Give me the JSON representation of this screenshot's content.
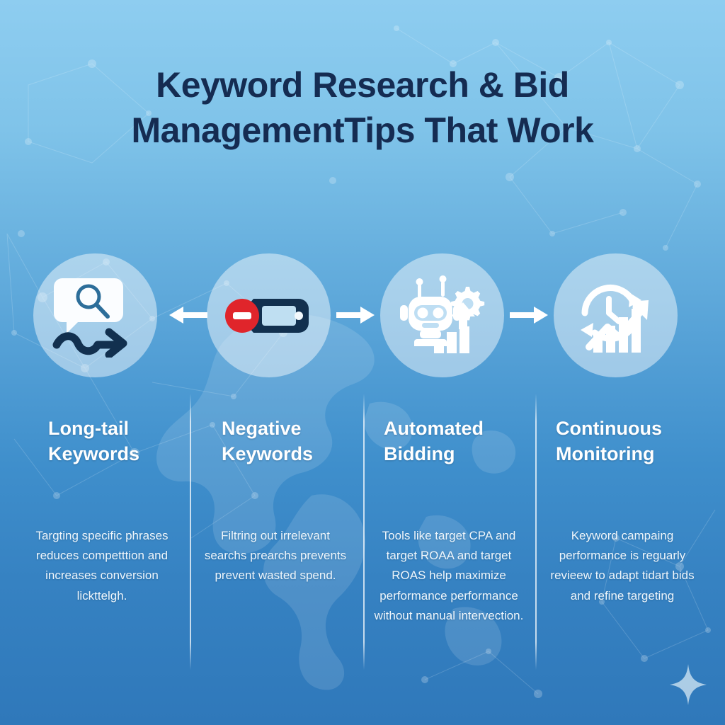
{
  "meta": {
    "kind": "marketing-infographic",
    "background_gradient_top": "#8ecdf0",
    "background_gradient_bottom": "#2f78ba",
    "title_color": "#152c52",
    "text_color": "#ffffff",
    "circle_fill": "rgba(255,255,255,0.46)",
    "accent_navy": "#12304f",
    "accent_red": "#e0252b"
  },
  "title": {
    "line1": "Keyword Research & Bid",
    "line2": "ManagementTips That Work"
  },
  "steps": [
    {
      "icon": "speech-bubble-search-longtail-arrow-icon",
      "heading": "Long-tail\nKeywords",
      "heading_line1": "Long-tail",
      "heading_line2": "Keywords",
      "body": "Targting specific phrases reduces competttion and increases conversion lickttelgh."
    },
    {
      "icon": "tag-with-minus-sign-icon",
      "heading": "Negative\nKeywords",
      "heading_line1": "Negative",
      "heading_line2": "Keywords",
      "body": "Filtring out irrelevant searchs prearchs prevents prevent wasted spend."
    },
    {
      "icon": "robot-gear-bar-chart-icon",
      "heading": "Automated\nBidding",
      "heading_line1": "Automated",
      "heading_line2": "Bidding",
      "body": "Tools like target CPA and target ROAA and target ROAS help maximize performance performance without manual intervection."
    },
    {
      "icon": "clock-refresh-growth-chart-icon",
      "heading": "Continuous\nMonitoring",
      "heading_line1": "Continuous",
      "heading_line2": "Monitoring",
      "body": "Keyword campaing performance is reguarly revieew to adapt tidart bids and refine targeting"
    }
  ],
  "connectors": [
    {
      "name": "arrow-left-between-step2-and-step1",
      "direction": "left"
    },
    {
      "name": "arrow-right-between-step2-and-step3",
      "direction": "right"
    },
    {
      "name": "arrow-right-between-step3-and-step4",
      "direction": "right"
    }
  ],
  "decoration": {
    "sparkle": "four-point-star-sparkle-icon",
    "background_pattern": "network-constellation-dots-and-lines",
    "background_map": "faint-world-map-north-america"
  }
}
